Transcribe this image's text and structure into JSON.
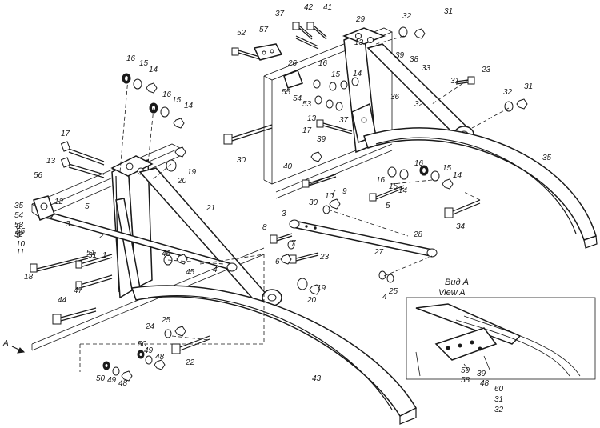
{
  "diagram": {
    "view_title_ru": "Вид А",
    "view_title_en": "View A",
    "arrow_label": "A",
    "labels": [
      {
        "id": "l1",
        "text": "1"
      },
      {
        "id": "l2",
        "text": "2"
      },
      {
        "id": "l3a",
        "text": "3"
      },
      {
        "id": "l3b",
        "text": "3"
      },
      {
        "id": "l4",
        "text": "4"
      },
      {
        "id": "l4b",
        "text": "4"
      },
      {
        "id": "l5a",
        "text": "5"
      },
      {
        "id": "l5b",
        "text": "5"
      },
      {
        "id": "l6",
        "text": "6"
      },
      {
        "id": "l7",
        "text": "7"
      },
      {
        "id": "l8a",
        "text": "8"
      },
      {
        "id": "l8b",
        "text": "8"
      },
      {
        "id": "l9a",
        "text": "9"
      },
      {
        "id": "l9b",
        "text": "9"
      },
      {
        "id": "l10a",
        "text": "10"
      },
      {
        "id": "l10b",
        "text": "10"
      },
      {
        "id": "l11",
        "text": "11"
      },
      {
        "id": "l12",
        "text": "12"
      },
      {
        "id": "l13a",
        "text": "13"
      },
      {
        "id": "l13b",
        "text": "13"
      },
      {
        "id": "l13c",
        "text": "13"
      },
      {
        "id": "l14a",
        "text": "14"
      },
      {
        "id": "l14b",
        "text": "14"
      },
      {
        "id": "l14c",
        "text": "14"
      },
      {
        "id": "l14d",
        "text": "14"
      },
      {
        "id": "l14e",
        "text": "14"
      },
      {
        "id": "l15a",
        "text": "15"
      },
      {
        "id": "l15b",
        "text": "15"
      },
      {
        "id": "l15c",
        "text": "15"
      },
      {
        "id": "l15d",
        "text": "15"
      },
      {
        "id": "l15e",
        "text": "15"
      },
      {
        "id": "l16a",
        "text": "16"
      },
      {
        "id": "l16b",
        "text": "16"
      },
      {
        "id": "l16c",
        "text": "16"
      },
      {
        "id": "l16d",
        "text": "16"
      },
      {
        "id": "l16e",
        "text": "16"
      },
      {
        "id": "l17a",
        "text": "17"
      },
      {
        "id": "l17b",
        "text": "17"
      },
      {
        "id": "l18",
        "text": "18"
      },
      {
        "id": "l19a",
        "text": "19"
      },
      {
        "id": "l19b",
        "text": "19"
      },
      {
        "id": "l20a",
        "text": "20"
      },
      {
        "id": "l20b",
        "text": "20"
      },
      {
        "id": "l21",
        "text": "21"
      },
      {
        "id": "l22",
        "text": "22"
      },
      {
        "id": "l23a",
        "text": "23"
      },
      {
        "id": "l23b",
        "text": "23"
      },
      {
        "id": "l24",
        "text": "24"
      },
      {
        "id": "l25a",
        "text": "25"
      },
      {
        "id": "l25b",
        "text": "25"
      },
      {
        "id": "l26",
        "text": "26"
      },
      {
        "id": "l27",
        "text": "27"
      },
      {
        "id": "l28",
        "text": "28"
      },
      {
        "id": "l29",
        "text": "29"
      },
      {
        "id": "l30a",
        "text": "30"
      },
      {
        "id": "l30b",
        "text": "30"
      },
      {
        "id": "l31a",
        "text": "31"
      },
      {
        "id": "l31b",
        "text": "31"
      },
      {
        "id": "l31c",
        "text": "31"
      },
      {
        "id": "l31d",
        "text": "31"
      },
      {
        "id": "l31e",
        "text": "31"
      },
      {
        "id": "l32a",
        "text": "32"
      },
      {
        "id": "l32b",
        "text": "32"
      },
      {
        "id": "l32c",
        "text": "32"
      },
      {
        "id": "l32d",
        "text": "32"
      },
      {
        "id": "l33",
        "text": "33"
      },
      {
        "id": "l34",
        "text": "34"
      },
      {
        "id": "l35",
        "text": "35"
      },
      {
        "id": "l35b",
        "text": "35"
      },
      {
        "id": "l36",
        "text": "36"
      },
      {
        "id": "l37a",
        "text": "37"
      },
      {
        "id": "l37b",
        "text": "37"
      },
      {
        "id": "l38",
        "text": "38"
      },
      {
        "id": "l39a",
        "text": "39"
      },
      {
        "id": "l39b",
        "text": "39"
      },
      {
        "id": "l39c",
        "text": "39"
      },
      {
        "id": "l40",
        "text": "40"
      },
      {
        "id": "l41",
        "text": "41"
      },
      {
        "id": "l42",
        "text": "42"
      },
      {
        "id": "l43",
        "text": "43"
      },
      {
        "id": "l44",
        "text": "44"
      },
      {
        "id": "l45",
        "text": "45"
      },
      {
        "id": "l46",
        "text": "46"
      },
      {
        "id": "l47",
        "text": "47"
      },
      {
        "id": "l48a",
        "text": "48"
      },
      {
        "id": "l48b",
        "text": "48"
      },
      {
        "id": "l48c",
        "text": "48"
      },
      {
        "id": "l49a",
        "text": "49"
      },
      {
        "id": "l49b",
        "text": "49"
      },
      {
        "id": "l50a",
        "text": "50"
      },
      {
        "id": "l50b",
        "text": "50"
      },
      {
        "id": "l51",
        "text": "51"
      },
      {
        "id": "l52a",
        "text": "52"
      },
      {
        "id": "l52b",
        "text": "52"
      },
      {
        "id": "l53a",
        "text": "53"
      },
      {
        "id": "l53b",
        "text": "53"
      },
      {
        "id": "l54a",
        "text": "54"
      },
      {
        "id": "l54b",
        "text": "54"
      },
      {
        "id": "l55a",
        "text": "55"
      },
      {
        "id": "l55b",
        "text": "55"
      },
      {
        "id": "l56",
        "text": "56"
      },
      {
        "id": "l57",
        "text": "57"
      },
      {
        "id": "l58",
        "text": "58"
      },
      {
        "id": "l59",
        "text": "59"
      },
      {
        "id": "l60",
        "text": "60"
      },
      {
        "id": "l7b",
        "text": "7"
      }
    ]
  }
}
